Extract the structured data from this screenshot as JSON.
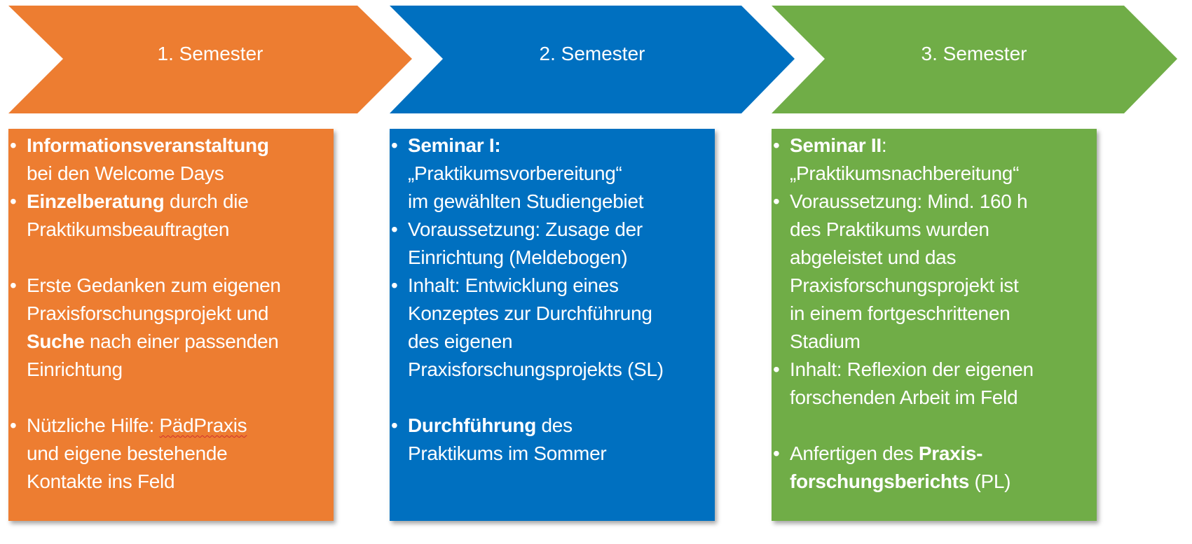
{
  "colors": {
    "orange": "#ED7D31",
    "blue": "#0070C0",
    "green": "#70AD47"
  },
  "semesters": [
    {
      "title": "1. Semester",
      "bullets": [
        {
          "bold": "Informationsveranstaltung",
          "line1_rest": "",
          "line2": "bei den Welcome Days"
        },
        {
          "bold": "Einzelberatung",
          "line1_rest": " durch die",
          "line2": "Praktikumsbeauftragten"
        },
        {
          "line1": "Erste Gedanken zum eigenen",
          "line2": "Praxisforschungsprojekt und",
          "line3_bold": "Suche",
          "line3_rest": " nach einer passenden",
          "line4": "Einrichtung"
        },
        {
          "line1_pre": "Nützliche Hilfe: ",
          "line1_flagged": "PädPraxis",
          "line2": "und eigene bestehende",
          "line3": "Kontakte ins Feld"
        }
      ]
    },
    {
      "title": "2. Semester",
      "bullets": [
        {
          "bold": "Seminar I:",
          "line2": "„Praktikumsvorbereitung“",
          "line3": "im gewählten Studiengebiet"
        },
        {
          "line1": "Voraussetzung: Zusage der",
          "line2": "Einrichtung (Meldebogen)"
        },
        {
          "line1": "Inhalt: Entwicklung eines",
          "line2": "Konzeptes zur Durchführung",
          "line3": "des eigenen",
          "line4": "Praxisforschungsprojekts (SL)"
        },
        {
          "bold": "Durchführung",
          "line1_rest": " des",
          "line2": "Praktikums im Sommer"
        }
      ]
    },
    {
      "title": "3. Semester",
      "bullets": [
        {
          "bold": "Seminar II",
          "line1_rest": ":",
          "line2": "„Praktikumsnachbereitung“"
        },
        {
          "line1": "Voraussetzung: Mind. 160 h",
          "line2": "des Praktikums wurden",
          "line3": "abgeleistet und das",
          "line4": "Praxisforschungsprojekt ist",
          "line5": "in einem fortgeschrittenen",
          "line6": "Stadium"
        },
        {
          "line1": "Inhalt: Reflexion der eigenen",
          "line2": "forschenden Arbeit im Feld"
        },
        {
          "line1_pre": "Anfertigen des ",
          "line1_bold": "Praxis-",
          "line2_bold": "forschungsberichts",
          "line2_rest": " (PL)"
        }
      ]
    }
  ]
}
